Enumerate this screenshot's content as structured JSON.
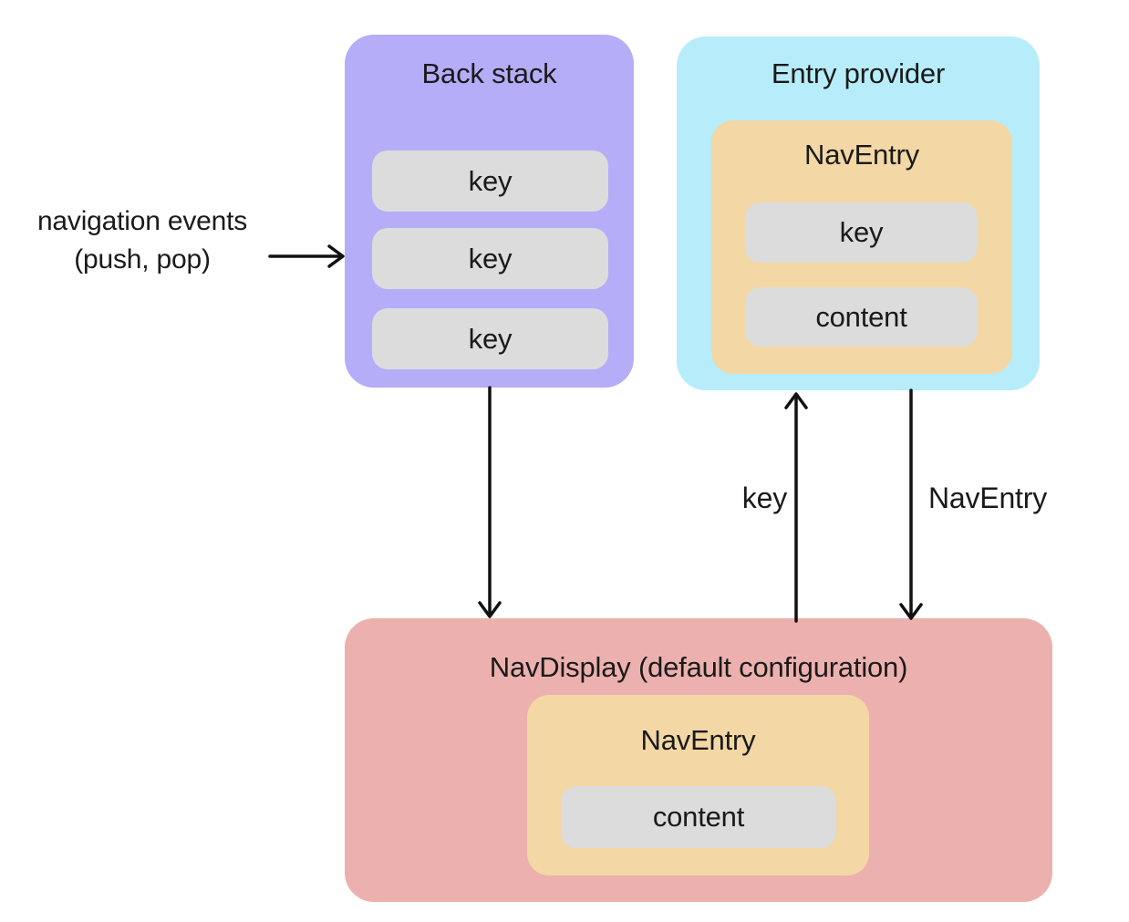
{
  "colors": {
    "back_stack": "#b5adf8",
    "entry_provider": "#b7edfa",
    "nav_entry": "#f3d7a4",
    "nav_display": "#ecb1ae",
    "item": "#dcdcdc",
    "text": "#1a1a1a",
    "arrow": "#111111"
  },
  "back_stack": {
    "title": "Back stack",
    "items": [
      "key",
      "key",
      "key"
    ]
  },
  "entry_provider": {
    "title": "Entry provider",
    "nav_entry": {
      "title": "NavEntry",
      "key_label": "key",
      "content_label": "content"
    }
  },
  "nav_display": {
    "title": "NavDisplay (default configuration)",
    "nav_entry": {
      "title": "NavEntry",
      "content_label": "content"
    }
  },
  "annotations": {
    "navigation_events_line1": "navigation events",
    "navigation_events_line2": "(push, pop)",
    "key_arrow_label": "key",
    "nav_entry_arrow_label": "NavEntry"
  }
}
